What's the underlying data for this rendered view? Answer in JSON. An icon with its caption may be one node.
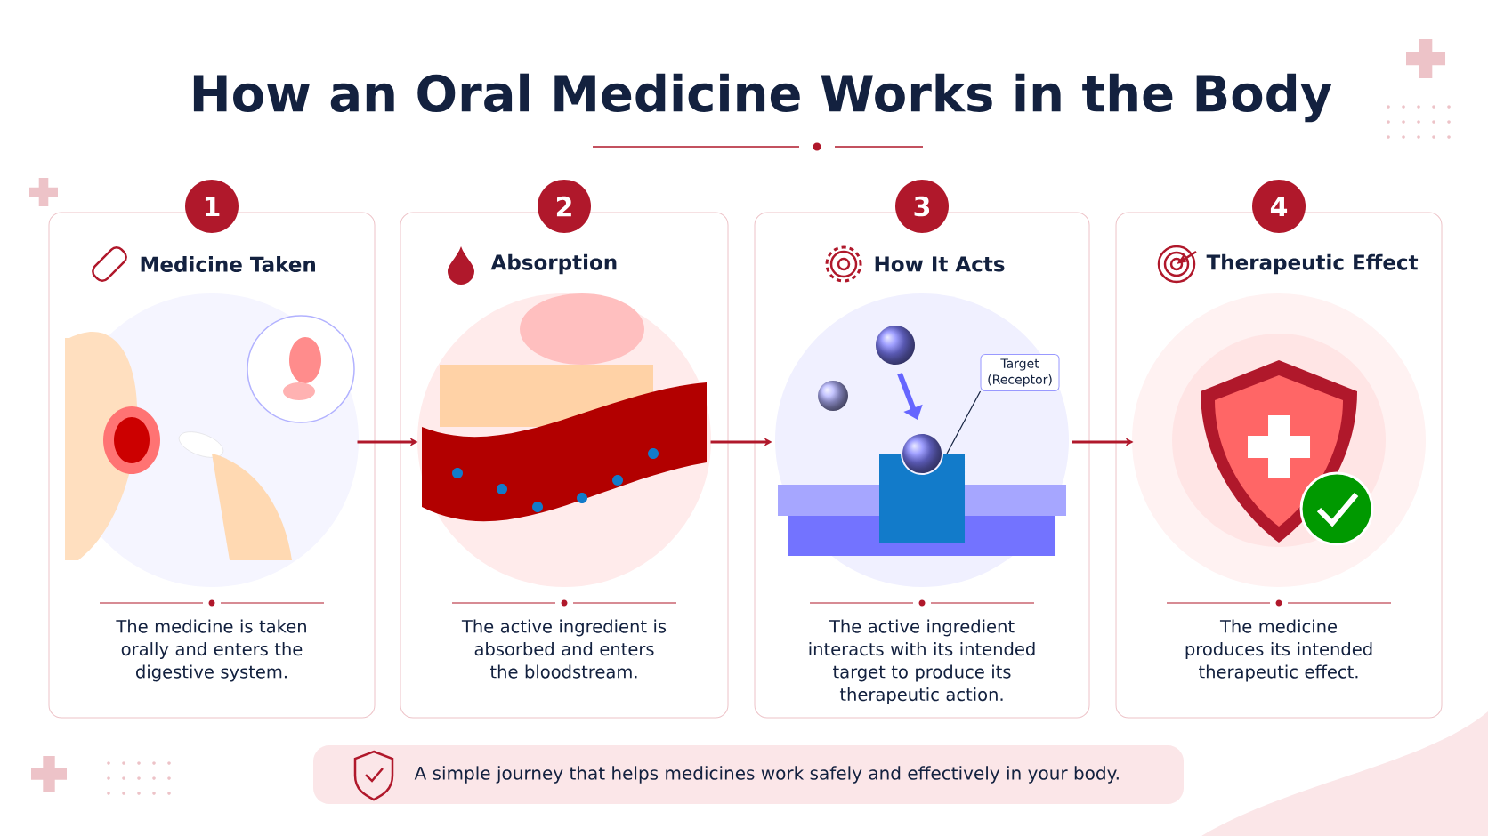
{
  "diagram": {
    "title": "How an Oral Medicine Works in the Body",
    "nodes": [
      {
        "text": [
          "1",
          "Medicine Taken",
          "The medicine is taken orally and enters the digestive system."
        ]
      },
      {
        "text": [
          "2",
          "Absorption",
          "The active ingredient is absorbed and enters the bloodstream."
        ]
      },
      {
        "text": [
          "3",
          "How It Acts",
          "The active ingredient interacts with its intended target to produce its therapeutic action."
        ]
      },
      {
        "text": [
          "4",
          "Therapeutic Effect",
          "The medicine produces its intended therapeutic effect."
        ]
      },
      {
        "text": [
          "Target (Receptor)"
        ],
        "in": 2
      }
    ],
    "edges": [
      {
        "from": 0,
        "to": 1,
        "arrow": "to"
      },
      {
        "from": 1,
        "to": 2,
        "arrow": "to"
      },
      {
        "from": 2,
        "to": 3,
        "arrow": "to"
      },
      {
        "from": 4,
        "to": null,
        "arrow": "none",
        "color": "#13213f"
      }
    ],
    "labels": [
      "A simple journey that helps medicines work safely and effectively in your body."
    ]
  }
}
